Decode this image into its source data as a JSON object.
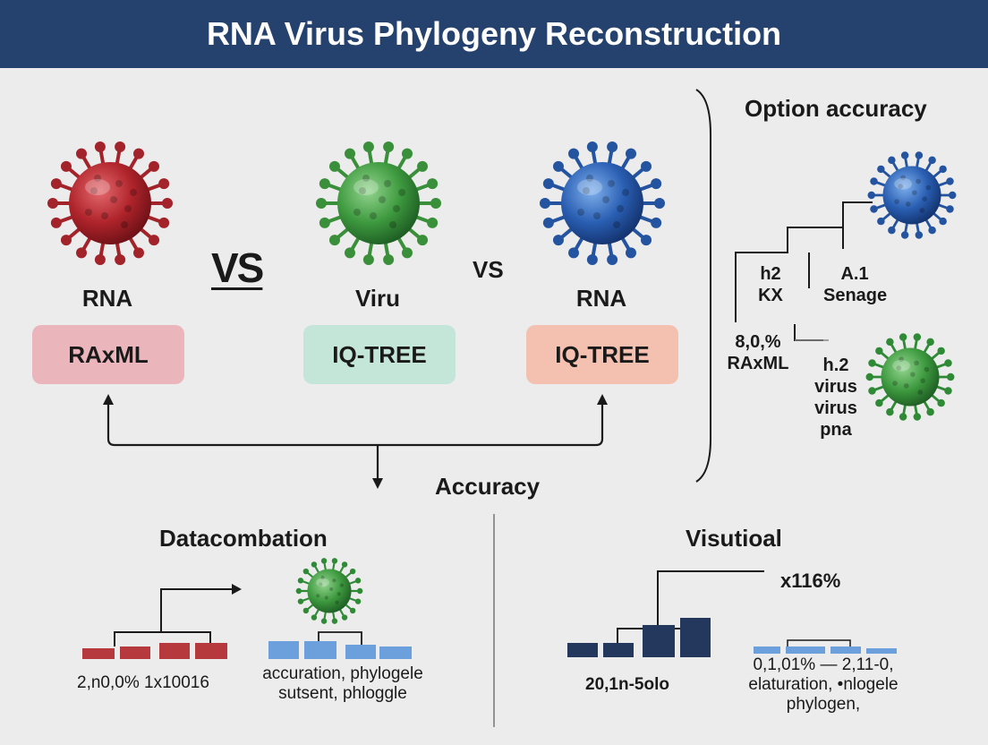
{
  "title": "RNA Virus Phylogeny Reconstruction",
  "colors": {
    "header": "#25416d",
    "virus_red": "#b0242b",
    "virus_green": "#2f8a36",
    "virus_blue": "#2458a8",
    "box_red": "#eab6bb",
    "box_green": "#c3e6d9",
    "box_orange": "#f4c1b0",
    "bar_red": "#b5393d",
    "bar_blue": "#6ca0dc",
    "bar_navy": "#24385e"
  },
  "comparison": {
    "viruses": [
      {
        "label": "RNA",
        "method": "RAxML",
        "color": "red",
        "icon": "virus-icon"
      },
      {
        "label": "Viru",
        "method": "IQ-TREE",
        "color": "green",
        "icon": "virus-icon"
      },
      {
        "label": "RNA",
        "method": "IQ-TREE",
        "color": "blue",
        "icon": "virus-icon"
      }
    ],
    "vs_1": "VS",
    "vs_2": "VS",
    "accuracy_label": "Accuracy"
  },
  "option_panel": {
    "title": "Option accuracy",
    "label_a_line1": "h2",
    "label_a_line2": "KX",
    "label_b_line1": "A.1",
    "label_b_line2": "Senage",
    "label_c_line1": "8,0,%",
    "label_c_line2": "RAxML",
    "label_d_lines": [
      "h.2",
      "virus",
      "virus",
      "pna"
    ]
  },
  "datacombation": {
    "title": "Datacombation",
    "caption_left": "2,n0,0% 1x10016",
    "caption_right_line1": "accuration, phylogele",
    "caption_right_line2": "sutsent, phloggle"
  },
  "visutioal": {
    "title": "Visutioal",
    "value_label": "x116%",
    "caption_left": "20,1n-5olo",
    "caption_right_line1": "0,1,01% — 2,11-0,",
    "caption_right_line2": "elaturation, •nlogele",
    "caption_right_line3": "phylogen,"
  }
}
